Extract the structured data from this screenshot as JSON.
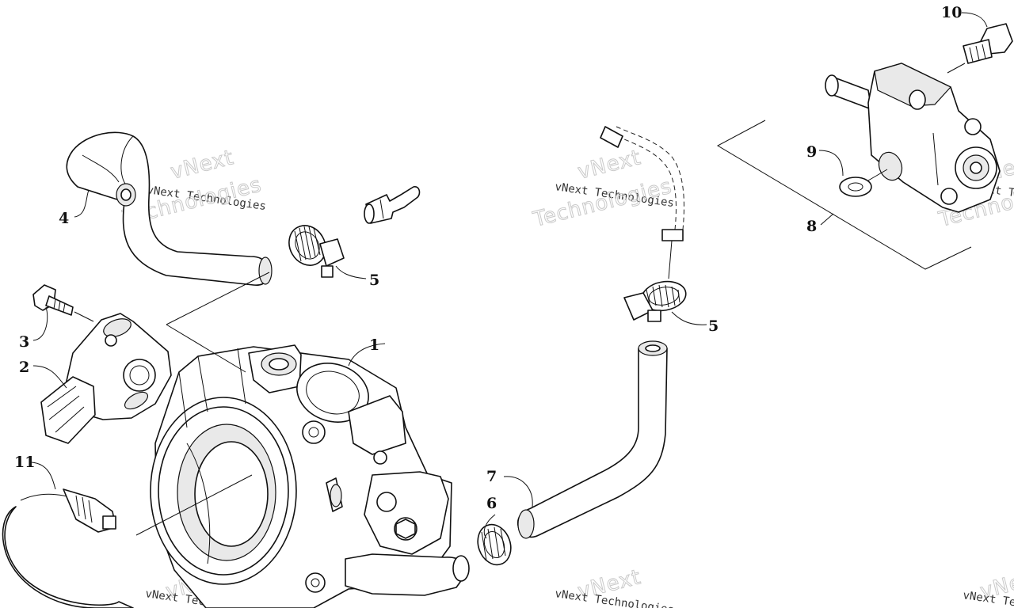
{
  "callouts": [
    {
      "id": "1",
      "label": "1"
    },
    {
      "id": "2",
      "label": "2"
    },
    {
      "id": "3",
      "label": "3"
    },
    {
      "id": "4",
      "label": "4"
    },
    {
      "id": "5a",
      "label": "5"
    },
    {
      "id": "5b",
      "label": "5"
    },
    {
      "id": "6",
      "label": "6"
    },
    {
      "id": "7",
      "label": "7"
    },
    {
      "id": "8",
      "label": "8"
    },
    {
      "id": "9",
      "label": "9"
    },
    {
      "id": "10",
      "label": "10"
    },
    {
      "id": "11",
      "label": "11"
    }
  ],
  "watermark": {
    "brand_big": "vNext",
    "brand_small": "vNext Technologies",
    "word_big": "Technologies"
  }
}
